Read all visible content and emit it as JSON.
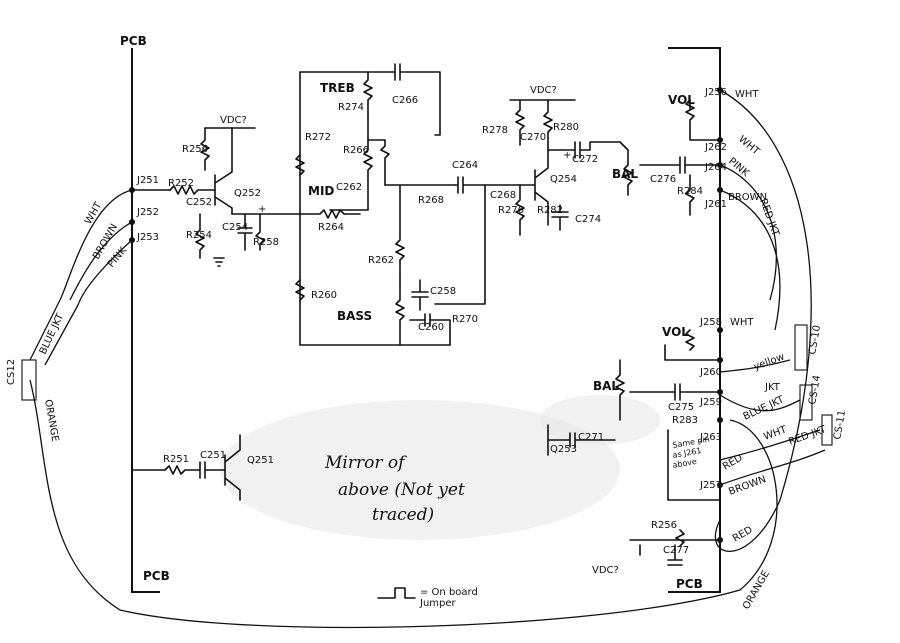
{
  "pcb_labels": {
    "top": "PCB",
    "bottom_left": "PCB",
    "bottom_right": "PCB"
  },
  "controls": {
    "treb": "TREB",
    "mid": "MID",
    "bass": "BASS",
    "vol_top": "VOL",
    "bal_top": "BAL",
    "vol_bottom": "VOL",
    "bal_bottom": "BAL"
  },
  "supply": {
    "vdc1": "VDC?",
    "vdc2": "VDC?",
    "vdc3": "VDC?"
  },
  "resistors": {
    "r256_top": "R256",
    "r252": "R252",
    "r254": "R254",
    "r258": "R258",
    "r272": "R272",
    "r274": "R274",
    "r266": "R266",
    "r264": "R264",
    "r260": "R260",
    "r262": "R262",
    "r268": "R268",
    "r270": "R270",
    "r278": "R278",
    "r280": "R280",
    "r276": "R276",
    "r282": "R282",
    "r284": "R284",
    "r251": "R251",
    "r256_bottom": "R256",
    "r283": "R283"
  },
  "capacitors": {
    "c252": "C252",
    "c254": "C254",
    "c266": "C266",
    "c262": "C262",
    "c264": "C264",
    "c258": "C258",
    "c260": "C260",
    "c270": "C270",
    "c272": "C272",
    "c268": "C268",
    "c274": "C274",
    "c276": "C276",
    "c251": "C251",
    "c275": "C275",
    "c271": "C271",
    "c277": "C277"
  },
  "transistors": {
    "q252": "Q252",
    "q254": "Q254",
    "q251": "Q251",
    "q253": "Q253"
  },
  "jacks": {
    "j251": "J251",
    "j252": "J252",
    "j253": "J253",
    "j256": "J256",
    "j262": "J262",
    "j264": "J264",
    "j261": "J261",
    "j258": "J258",
    "j260": "J260",
    "j259": "J259",
    "j263": "J263",
    "j257": "J257"
  },
  "wires": {
    "wht1": "WHT",
    "brown1": "BROWN",
    "pink1": "PINK",
    "blue_jkt": "BLUE JKT",
    "orange1": "ORANGE",
    "wht2": "WHT",
    "wht3": "WHT",
    "pink2": "PINK",
    "brown2": "BROWN",
    "red_jkt": "RED JKT",
    "wht4": "WHT",
    "yellow": "yellow",
    "jkt": "JKT",
    "blue_jkt2": "BLUE JKT",
    "wht5": "WHT",
    "red_jkt2": "RED JKT",
    "red": "RED",
    "brown3": "BROWN",
    "red2": "RED",
    "orange2": "ORANGE"
  },
  "connectors": {
    "cs12": "CS12",
    "cs10": "CS-10",
    "cs14": "CS-14",
    "cs11": "CS-11"
  },
  "notes": {
    "mirror1": "Mirror of",
    "mirror2": "above (Not yet",
    "mirror3": "traced)",
    "same_pin1": "Same pin",
    "same_pin2": "as J261",
    "same_pin3": "above",
    "legend": "= On board",
    "legend2": "Jumper",
    "plus": "+"
  }
}
